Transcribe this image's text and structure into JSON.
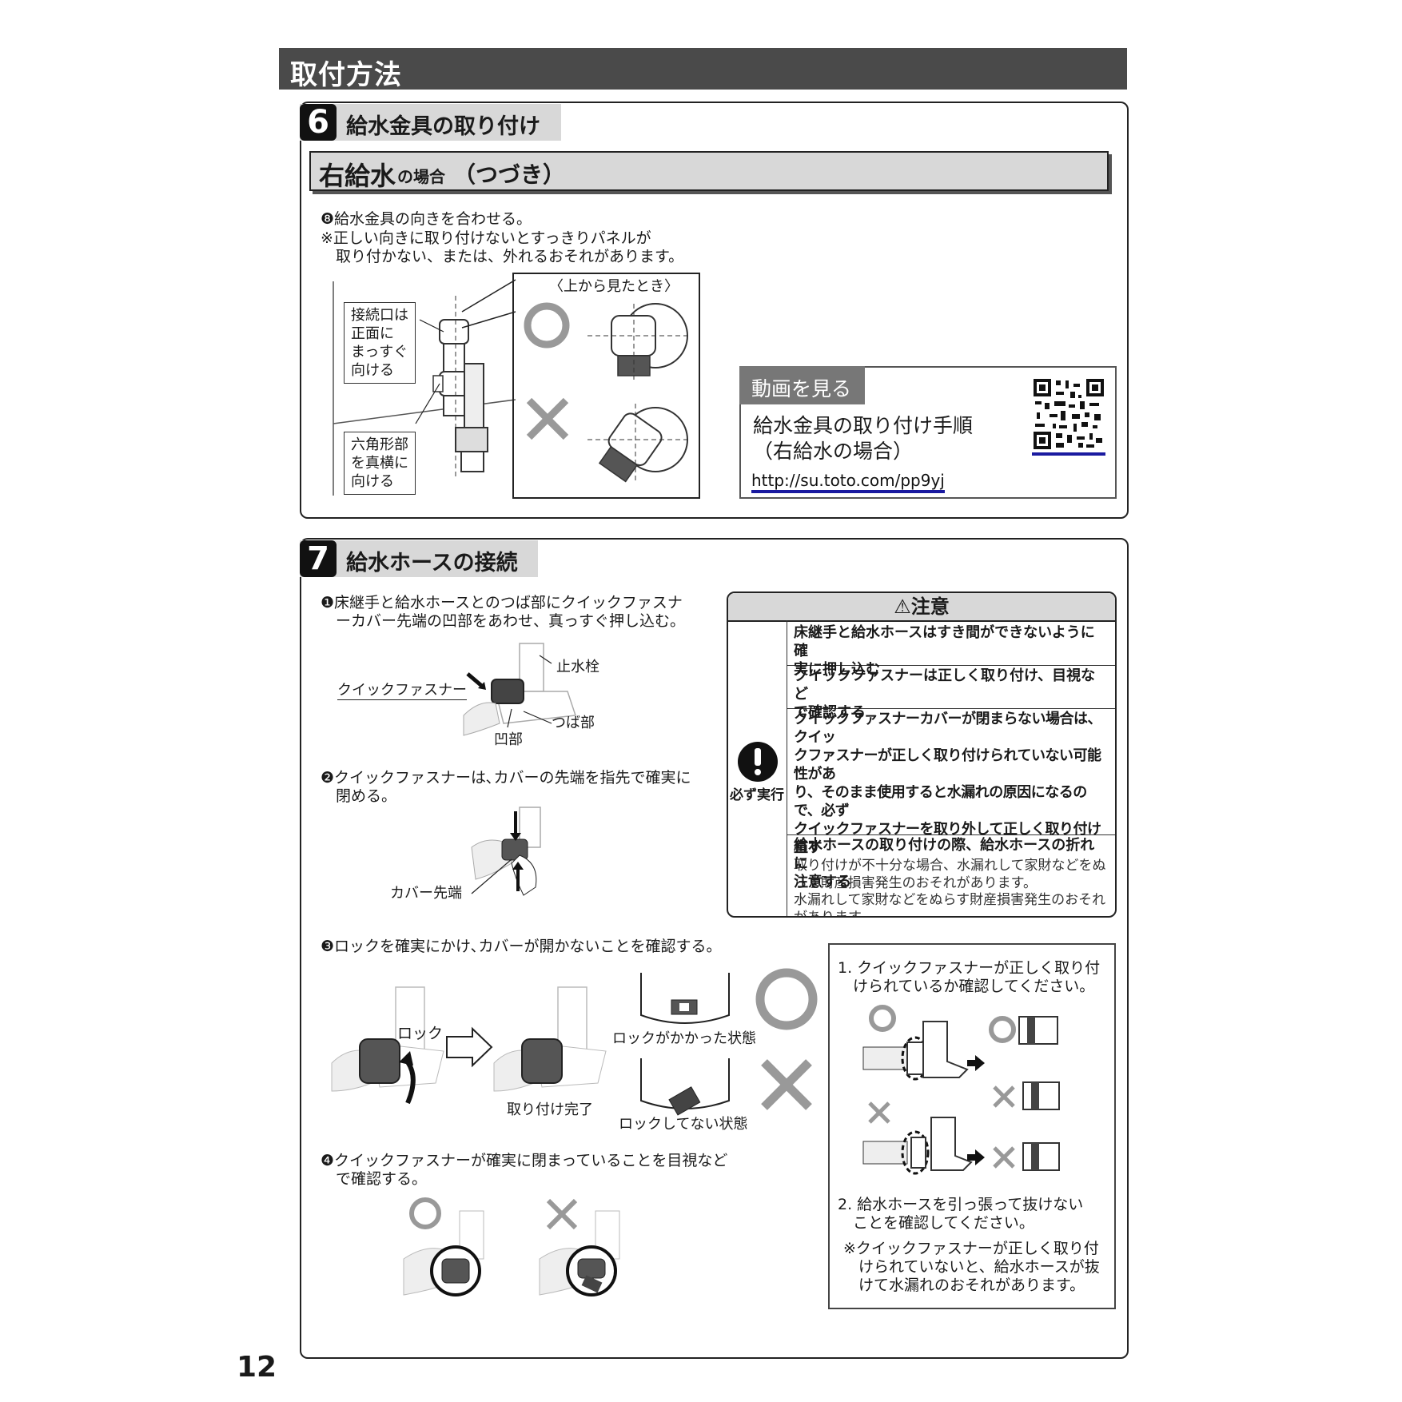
{
  "header": {
    "title": "取付方法"
  },
  "step6": {
    "number": "6",
    "title": "給水金具の取り付け",
    "subtitle_main": "右給水",
    "subtitle_small": "の場合",
    "subtitle_cont": "（つづき）",
    "instruction": "❽給水金具の向きを合わせる。",
    "note": "※正しい向きに取り付けないとすっきりパネルが\n　取り付かない、または、外れるおそれがあります。",
    "label_connection": "接続口は\n正面に\nまっすぐ\n向ける",
    "label_hex": "六角形部\nを真横に\n向ける",
    "topview_label": "〈上から見たとき〉",
    "video": {
      "tag": "動画を見る",
      "title": "給水金具の取り付け手順\n（右給水の場合）",
      "url": "http://su.toto.com/pp9yj"
    }
  },
  "step7": {
    "number": "7",
    "title": "給水ホースの接続",
    "item1": "❶床継手と給水ホースとのつば部にクイックファスナ\n　ーカバー先端の凹部をあわせ、真っすぐ押し込む。",
    "label_stop": "止水栓",
    "label_quick": "クイックファスナー",
    "label_tsuba": "つば部",
    "label_kobu": "凹部",
    "item2": "❷クイックファスナーは､カバーの先端を指先で確実に\n　閉める。",
    "label_cover_tip": "カバー先端",
    "item3": "❸ロックを確実にかけ､カバーが開かないことを確認する。",
    "label_lock": "ロック",
    "label_done": "取り付け完了",
    "label_locked": "ロックがかかった状態",
    "label_unlocked": "ロックしてない状態",
    "item4": "❹クイックファスナーが確実に閉まっていることを目視など\n　で確認する。"
  },
  "caution": {
    "title": "注意",
    "side": "必ず実行",
    "rows": [
      {
        "bold": "床継手と給水ホースはすき間ができないように確\n実に押し込む",
        "normal": ""
      },
      {
        "bold": "クイックファスナーは正しく取り付け、目視など\nで確認する",
        "normal": ""
      },
      {
        "bold": "クイックファスナーカバーが閉まらない場合は、クイッ\nクファスナーが正しく取り付けられていない可能性があ\nり、そのまま使用すると水漏れの原因になるので、必ず\nクイックファスナーを取り外して正しく取り付け直す",
        "normal": "取り付けが不十分な場合、水漏れして家財などをぬ\nらす財産損害発生のおそれがあります。"
      },
      {
        "bold": "給水ホースの取り付けの際、給水ホースの折れに\n注意する",
        "normal": "水漏れして家財などをぬらす財産損害発生のおそれ\nがあります。"
      }
    ]
  },
  "checklist": {
    "item1": "1. クイックファスナーが正しく取り付\n　けられているか確認してください。",
    "item2": "2. 給水ホースを引っ張って抜けない\n　ことを確認してください。",
    "note": "※クイックファスナーが正しく取り付\n　けられていないと、給水ホースが抜\n　けて水漏れのおそれがあります。"
  },
  "page_number": "12"
}
